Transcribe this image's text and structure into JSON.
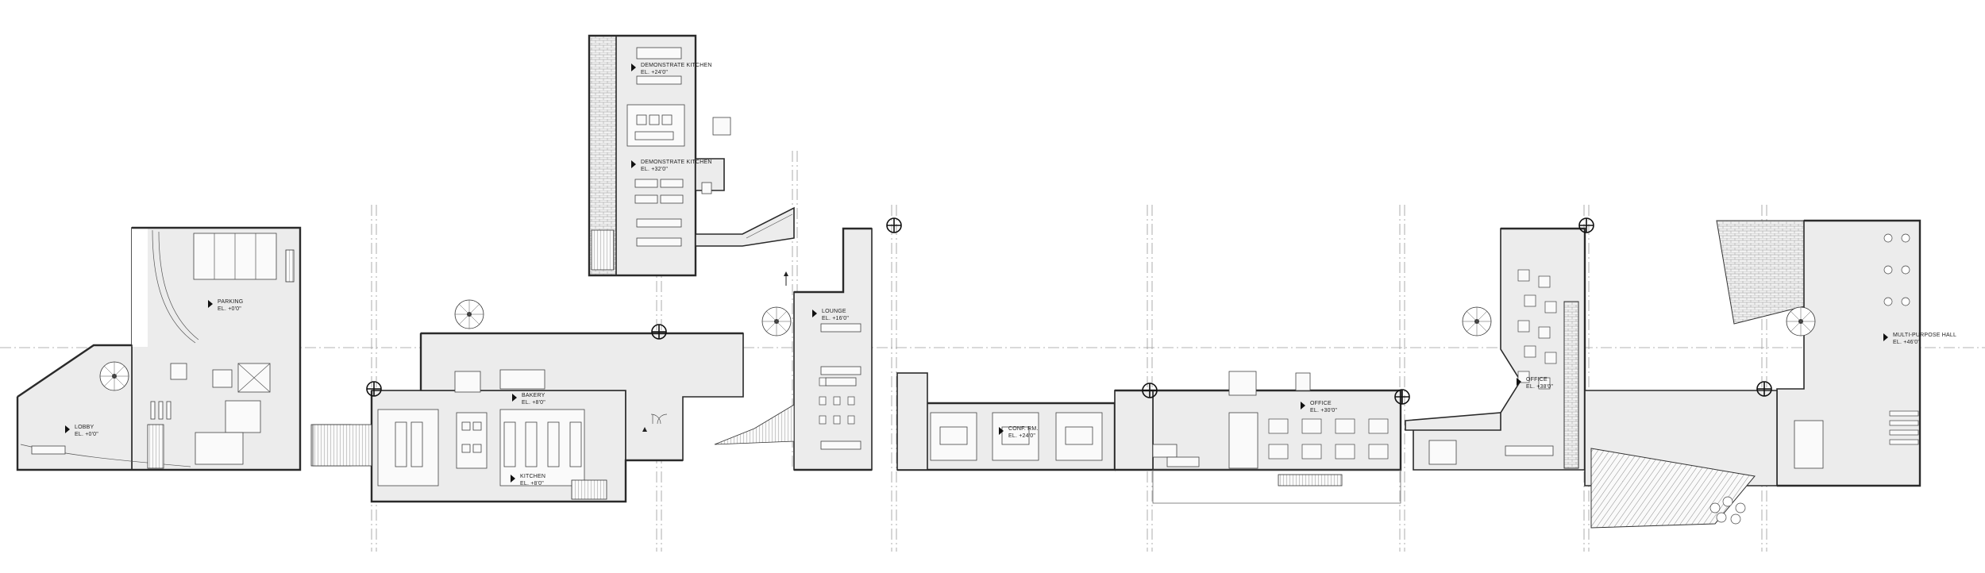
{
  "rooms": [
    {
      "id": "lobby",
      "name": "LOBBY",
      "elevation": "EL. +0'0\""
    },
    {
      "id": "parking",
      "name": "PARKING",
      "elevation": "EL. +0'0\""
    },
    {
      "id": "bakery",
      "name": "BAKERY",
      "elevation": "EL. +8'0\""
    },
    {
      "id": "kitchen",
      "name": "KITCHEN",
      "elevation": "EL. +8'0\""
    },
    {
      "id": "demo1",
      "name": "DEMONSTRATE KITCHEN",
      "elevation": "EL. +24'0\""
    },
    {
      "id": "demo2",
      "name": "DEMONSTRATE KITCHEN",
      "elevation": "EL. +32'0\""
    },
    {
      "id": "lounge",
      "name": "LOUNGE",
      "elevation": "EL. +16'0\""
    },
    {
      "id": "conf",
      "name": "CONF. RM.",
      "elevation": "EL. +24'0\""
    },
    {
      "id": "office1",
      "name": "OFFICE",
      "elevation": "EL. +30'0\""
    },
    {
      "id": "office2",
      "name": "OFFICE",
      "elevation": "EL. +38'0\""
    },
    {
      "id": "mph",
      "name": "MULTI-PURPOSE HALL",
      "elevation": "EL. +46'0\""
    }
  ],
  "colors": {
    "wall_fill": "#ececec",
    "line": "#2a2a2a",
    "grid": "#9a9a9a",
    "background": "#ffffff"
  },
  "symbols": [
    "section-marker-icon",
    "spiral-stair-icon",
    "north-arrow-icon",
    "room-tag-icon"
  ]
}
